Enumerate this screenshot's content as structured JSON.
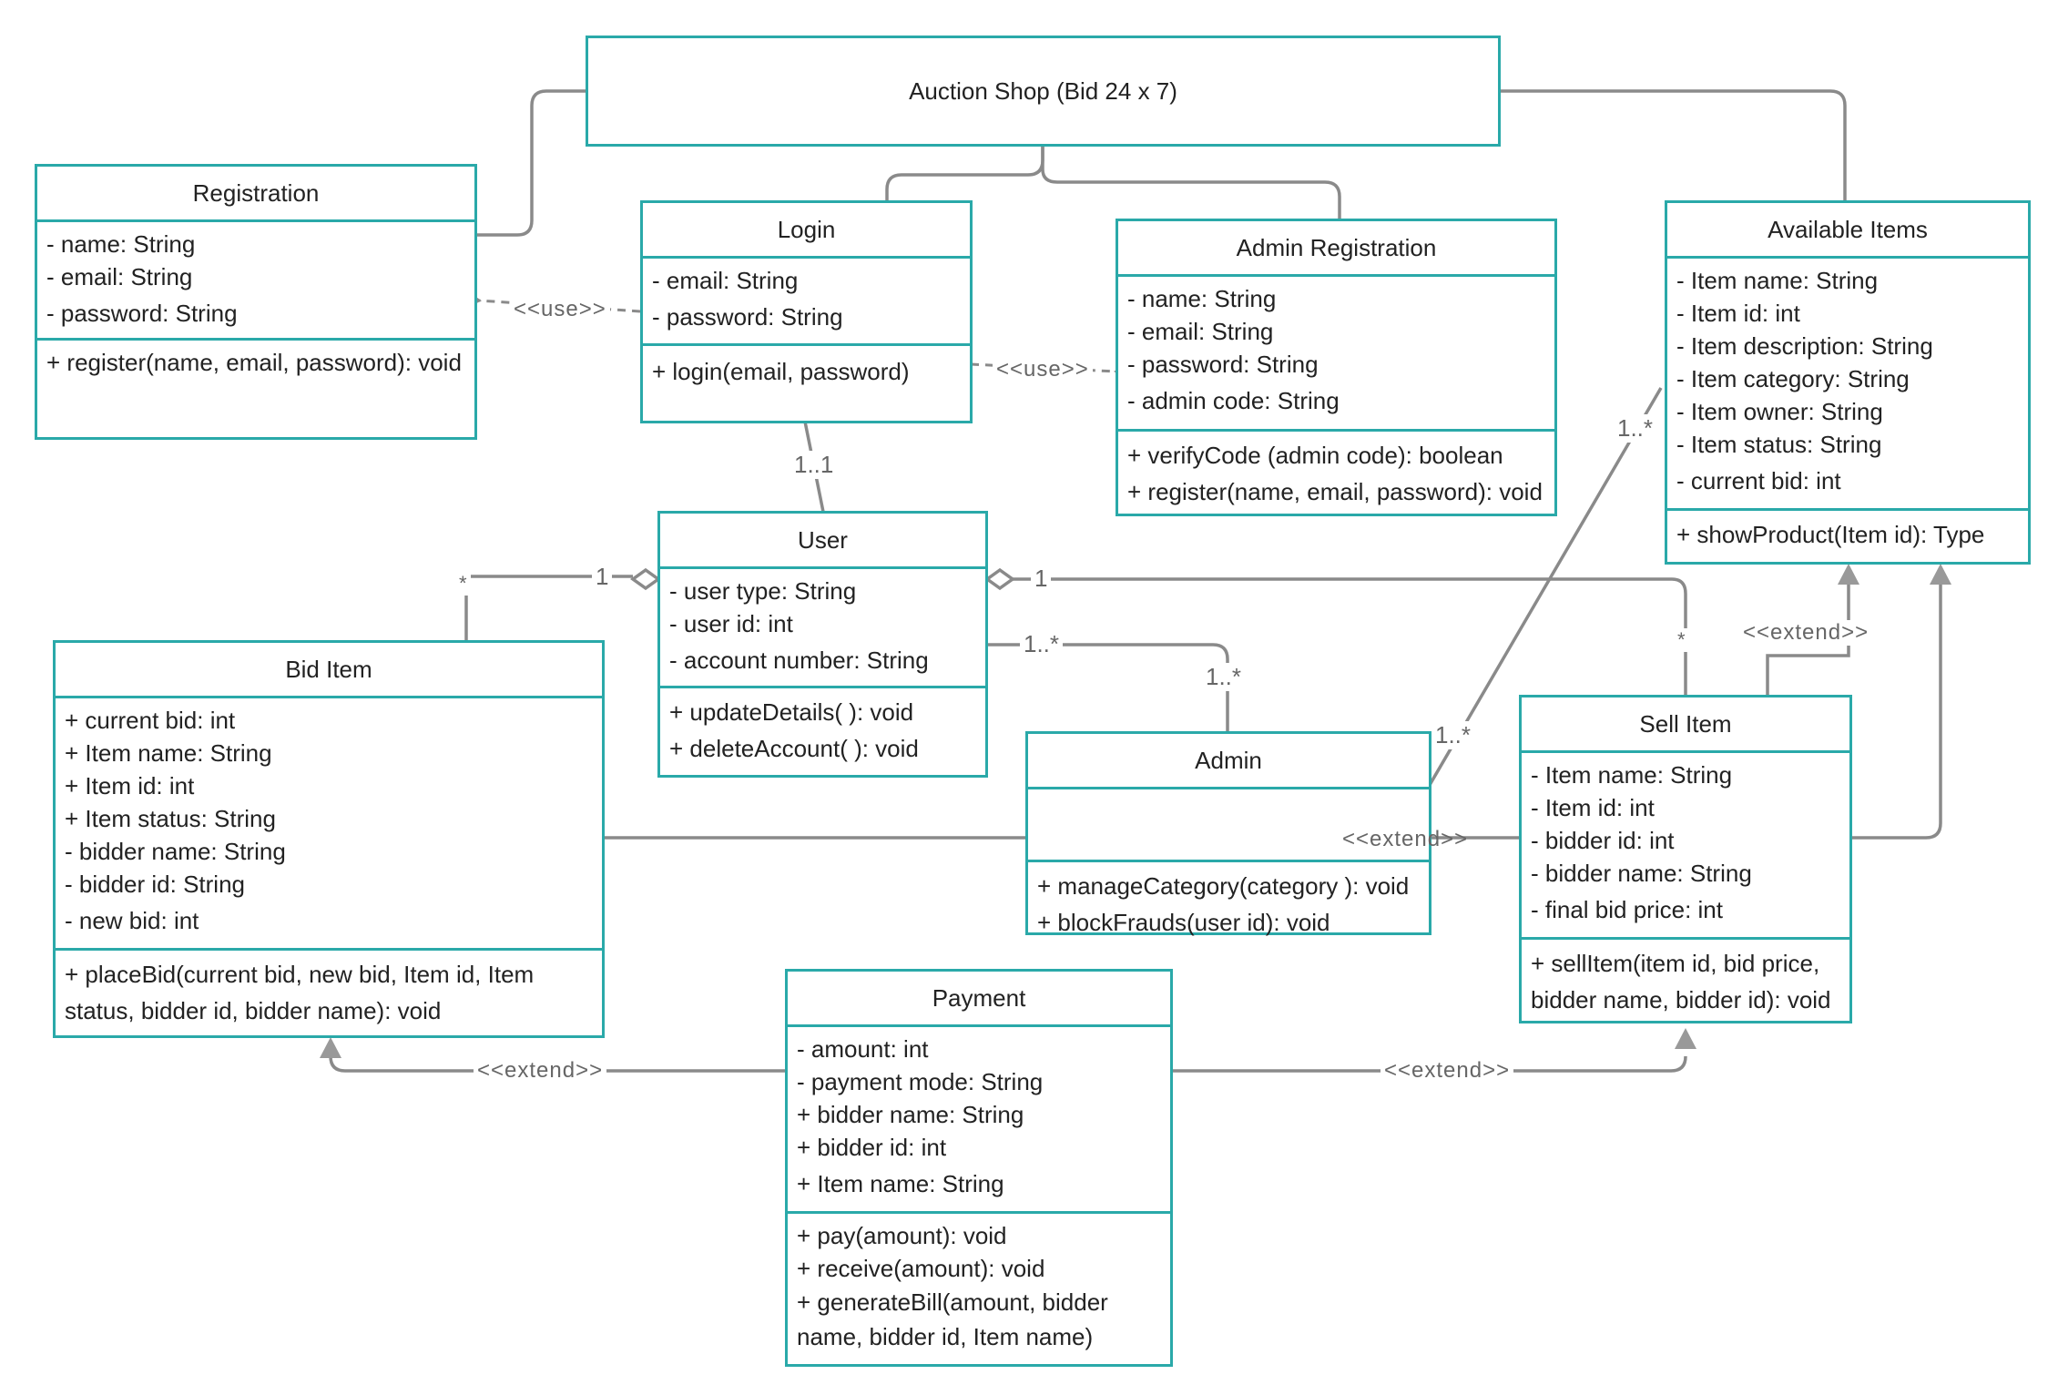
{
  "colors": {
    "border": "#2aa9a9",
    "line": "#8a8a8a"
  },
  "classes": {
    "auction_shop": {
      "title": "Auction Shop (Bid 24 x 7)"
    },
    "registration": {
      "title": "Registration",
      "attributes": [
        "- name: String",
        "- email: String",
        "- password: String"
      ],
      "methods": [
        "+ register(name, email, password): void"
      ]
    },
    "login": {
      "title": "Login",
      "attributes": [
        "- email: String",
        "- password: String"
      ],
      "methods": [
        "+ login(email, password)"
      ]
    },
    "admin_registration": {
      "title": "Admin Registration",
      "attributes": [
        "- name: String",
        "- email: String",
        "- password: String",
        "- admin code: String"
      ],
      "methods": [
        "+ verifyCode (admin code): boolean",
        "+ register(name, email, password): void"
      ]
    },
    "available_items": {
      "title": "Available Items",
      "attributes": [
        "- Item name: String",
        "- Item id: int",
        "- Item description: String",
        "- Item category: String",
        "- Item owner: String",
        "- Item status: String",
        "- current bid: int"
      ],
      "methods": [
        "+ showProduct(Item id): Type"
      ]
    },
    "user": {
      "title": "User",
      "attributes": [
        "- user type: String",
        "- user id: int",
        "- account number: String"
      ],
      "methods": [
        "+ updateDetails( ): void",
        "+ deleteAccount( ): void"
      ]
    },
    "bid_item": {
      "title": "Bid Item",
      "attributes": [
        "+ current bid: int",
        "+ Item name: String",
        "+ Item id: int",
        "+ Item status: String",
        "- bidder name: String",
        "- bidder id: String",
        "- new bid: int"
      ],
      "methods": [
        "+ placeBid(current bid, new bid, Item id, Item status, bidder id, bidder name): void"
      ]
    },
    "admin": {
      "title": "Admin",
      "attributes": [],
      "methods": [
        "+ manageCategory(category ): void",
        "+ blockFrauds(user id): void"
      ]
    },
    "sell_item": {
      "title": "Sell Item",
      "attributes": [
        "- Item name: String",
        "- Item id: int",
        "- bidder id: int",
        "- bidder name: String",
        "- final bid price: int"
      ],
      "methods": [
        "+ sellItem(item id, bid price, bidder name, bidder id): void"
      ]
    },
    "payment": {
      "title": "Payment",
      "attributes": [
        "-  amount: int",
        "- payment mode: String",
        "+ bidder name: String",
        "+ bidder id: int",
        "+ Item name: String"
      ],
      "methods": [
        "+ pay(amount): void",
        "+ receive(amount): void",
        "+ generateBill(amount, bidder name, bidder id, Item name)"
      ]
    }
  },
  "labels": {
    "use1": "<<use>>",
    "use2": "<<use>>",
    "one_one": "1..1",
    "star_bid": "*",
    "one_bid": "1",
    "one_sell": "1",
    "star_sell": "*",
    "one_star_user": "1..*",
    "one_star_admin": "1..*",
    "one_star_avail": "1..*",
    "one_star_admin2": "1..*",
    "extend_avail": "<<extend>>",
    "extend_mid": "<<extend>>",
    "extend_pay_bid": "<<extend>>",
    "extend_pay_sell": "<<extend>>"
  }
}
